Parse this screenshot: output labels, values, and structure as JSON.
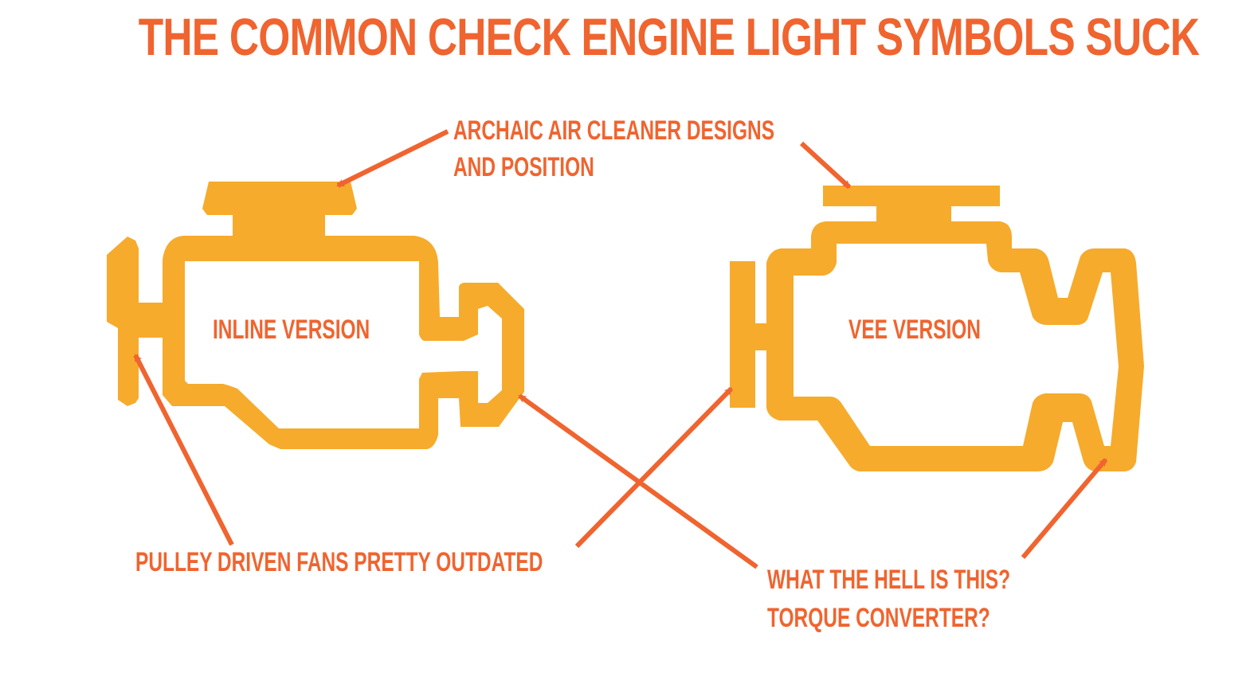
{
  "title": "THE COMMON CHECK ENGINE LIGHT SYMBOLS SUCK",
  "colors": {
    "accent": "#f0642f",
    "engine": "#f6ab2c",
    "background": "#ffffff"
  },
  "engines": {
    "inline": {
      "label": "INLINE VERSION"
    },
    "vee": {
      "label": "VEE VERSION"
    }
  },
  "annotations": {
    "air_cleaner": {
      "line1": "ARCHAIC AIR CLEANER DESIGNS",
      "line2": "AND POSITION"
    },
    "pulley": {
      "line1": "PULLEY DRIVEN FANS PRETTY OUTDATED"
    },
    "torque": {
      "line1": "WHAT THE HELL IS THIS?",
      "line2": "TORQUE CONVERTER?"
    }
  }
}
